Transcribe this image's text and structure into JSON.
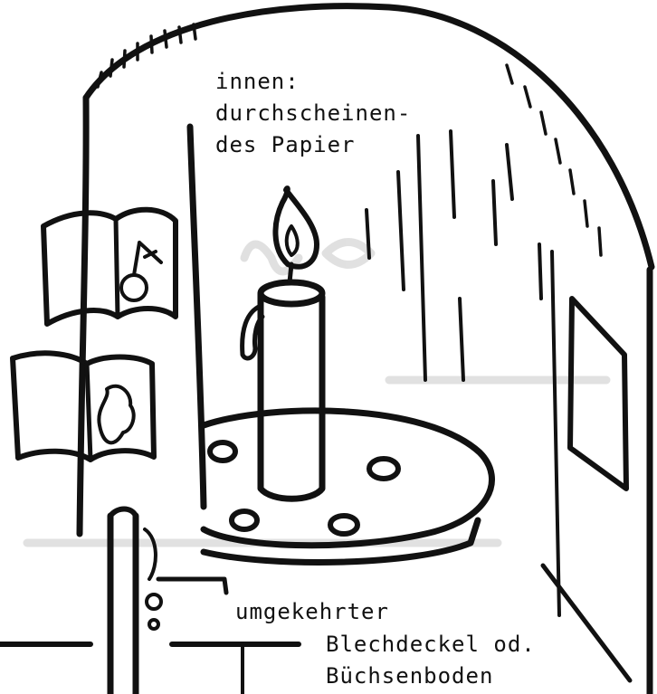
{
  "labels": {
    "inside_line1": "innen:",
    "inside_line2": "durchscheinen-",
    "inside_line3": "des Papier",
    "lid_line1": "umgekehrter",
    "lid_line2": "Blechdeckel od.",
    "lid_line3": "Büchsenboden"
  },
  "colors": {
    "ink": "#111111",
    "paper": "#ffffff",
    "bleed_through": "#c9c9c9"
  }
}
